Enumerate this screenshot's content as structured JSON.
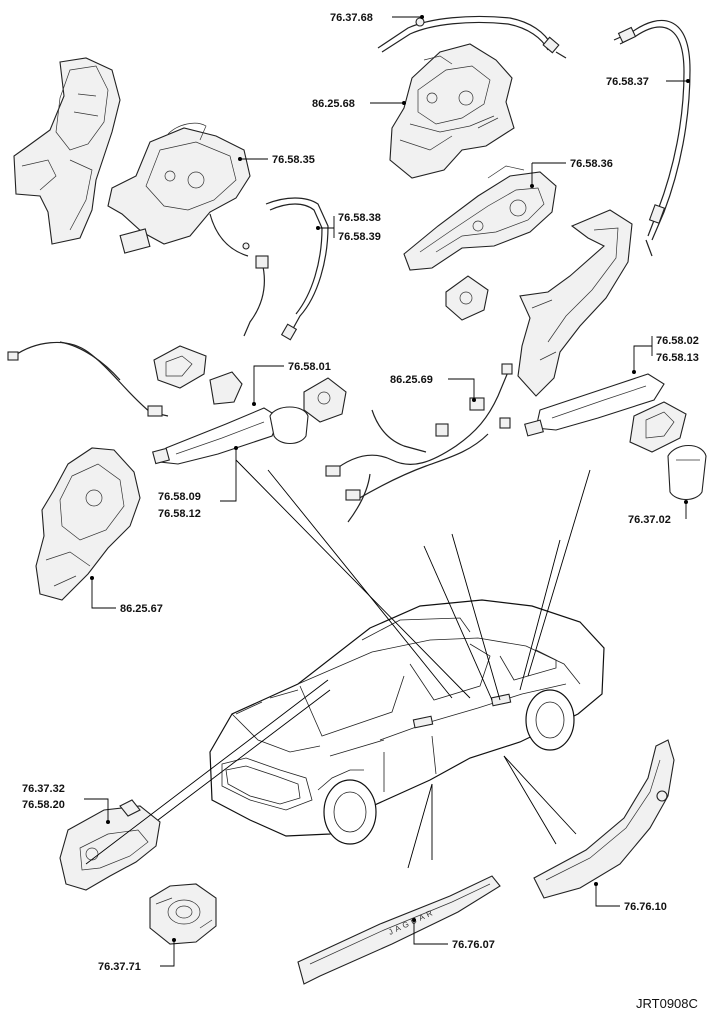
{
  "drawing_code": "JRT0908C",
  "callouts": {
    "c_76_37_68": "76.37.68",
    "c_86_25_68": "86.25.68",
    "c_76_58_37": "76.58.37",
    "c_76_58_35": "76.58.35",
    "c_76_58_36": "76.58.36",
    "c_76_58_38": "76.58.38",
    "c_76_58_39": "76.58.39",
    "c_76_58_02": "76.58.02",
    "c_76_58_13": "76.58.13",
    "c_76_58_01": "76.58.01",
    "c_86_25_69": "86.25.69",
    "c_76_58_09": "76.58.09",
    "c_76_58_12": "76.58.12",
    "c_76_37_02": "76.37.02",
    "c_86_25_67": "86.25.67",
    "c_76_37_32": "76.37.32",
    "c_76_58_20": "76.58.20",
    "c_76_76_10": "76.76.10",
    "c_76_76_07": "76.76.07",
    "c_76_37_71": "76.37.71"
  },
  "sill_lettering": "JAGUAR"
}
